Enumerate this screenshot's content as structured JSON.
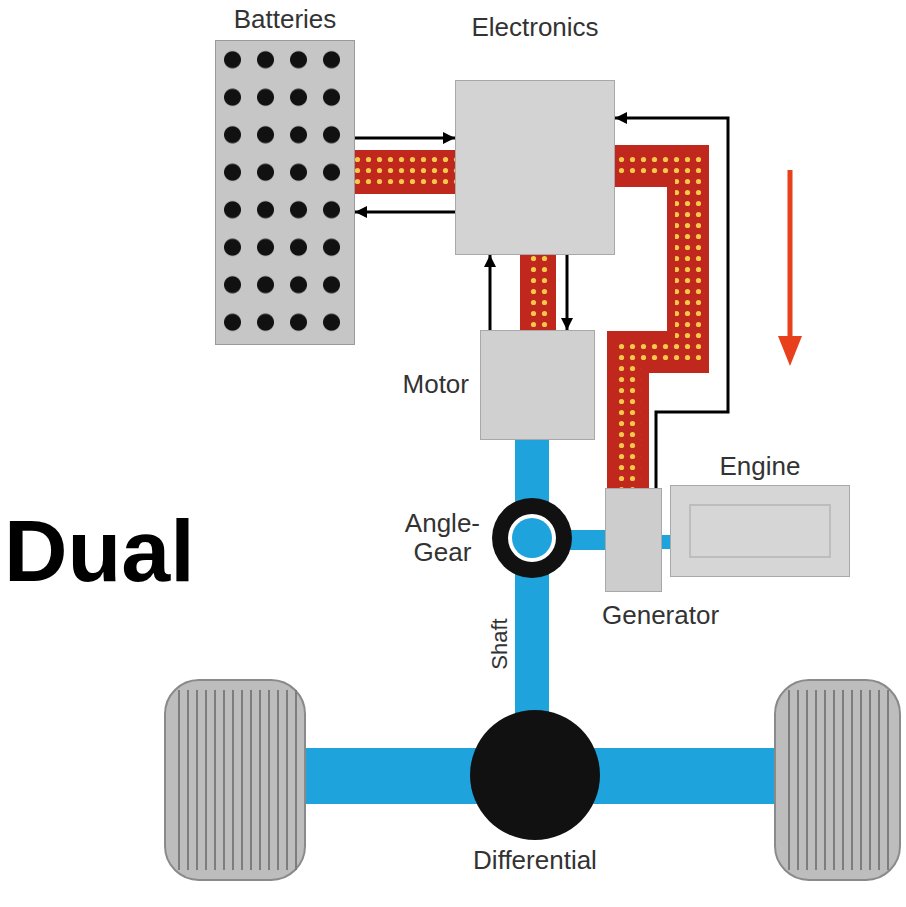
{
  "diagram": {
    "nodes": [
      {
        "text": [
          "Batteries"
        ]
      },
      {
        "text": [
          "Electronics"
        ]
      },
      {
        "text": [
          "Motor"
        ]
      },
      {
        "text": [
          "Angle- Gear"
        ]
      },
      {
        "text": [
          "Engine"
        ]
      },
      {
        "text": [
          "Generator"
        ]
      },
      {
        "text": [
          "Differential"
        ]
      }
    ],
    "edges": [
      {
        "from": 0,
        "to": 1,
        "arrow": "to"
      },
      {
        "from": 1,
        "to": 0,
        "arrow": "to"
      },
      {
        "from": 2,
        "to": 1,
        "arrow": "to"
      },
      {
        "from": 1,
        "to": 2,
        "arrow": "to"
      },
      {
        "from": 5,
        "to": 1,
        "arrow": "to"
      },
      {
        "from": 2,
        "to": 3,
        "arrow": "none"
      },
      {
        "from": 3,
        "to": 5,
        "arrow": "none"
      },
      {
        "from": 4,
        "to": 5,
        "arrow": "none"
      },
      {
        "from": 3,
        "to": 6,
        "label": "Shaft",
        "arrow": "none"
      }
    ],
    "labels": [
      "Dual"
    ]
  }
}
